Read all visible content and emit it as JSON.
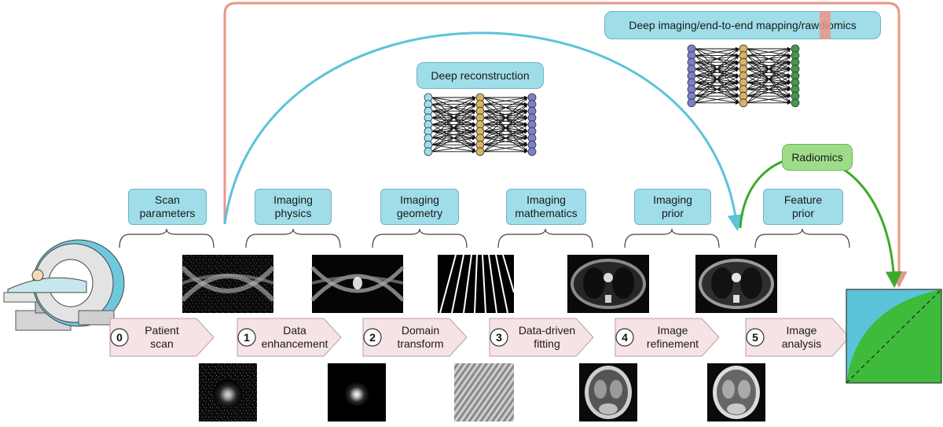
{
  "parameters": [
    {
      "label": "Scan\nparameters"
    },
    {
      "label": "Imaging\nphysics"
    },
    {
      "label": "Imaging\ngeometry"
    },
    {
      "label": "Imaging\nmathematics"
    },
    {
      "label": "Imaging\nprior"
    },
    {
      "label": "Feature\nprior"
    }
  ],
  "steps": [
    {
      "num": "0",
      "label": "Patient\nscan"
    },
    {
      "num": "1",
      "label": "Data\nenhancement"
    },
    {
      "num": "2",
      "label": "Domain\ntransform"
    },
    {
      "num": "3",
      "label": "Data-driven\nfitting"
    },
    {
      "num": "4",
      "label": "Image\nrefinement"
    },
    {
      "num": "5",
      "label": "Image\nanalysis"
    }
  ],
  "networks": {
    "deep_reconstruction": "Deep reconstruction",
    "deep_imaging": "Deep imaging/end-to-end mapping/rawdiomics",
    "radiomics": "Radiomics"
  },
  "colors": {
    "param_box": "#9fdde9",
    "step_arrow": "#f6e3e6",
    "arc_blue": "#5cc3da",
    "arc_red": "#ea9685",
    "arc_green": "#3daa2b",
    "node_blue": "#7b80cc",
    "node_gold": "#d9b462",
    "node_cyan": "#9fe0ef",
    "node_green": "#3f9a4a"
  },
  "icons": [
    "ct-scanner-icon",
    "sinogram-image",
    "kspace-image",
    "chest-ct-image",
    "brain-mri-image",
    "roc-curve-icon",
    "neural-network-icon"
  ]
}
